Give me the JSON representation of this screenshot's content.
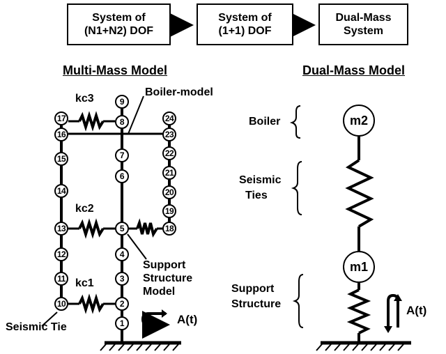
{
  "flow": {
    "box1": [
      "System of",
      "(N1+N2) DOF"
    ],
    "box2": [
      "System of",
      "(1+1) DOF"
    ],
    "box3": [
      "Dual-Mass",
      "System"
    ]
  },
  "multi": {
    "title": "Multi-Mass Model",
    "kc3": "kc3",
    "kc2": "kc2",
    "kc1": "kc1",
    "boiler_label": "Boiler-model",
    "support_label": [
      "Support",
      "Structure",
      "Model"
    ],
    "seismic_tie": "Seismic Tie",
    "excitation": "A(t)",
    "nodes": [
      "1",
      "2",
      "3",
      "4",
      "5",
      "6",
      "7",
      "8",
      "9",
      "10",
      "11",
      "12",
      "13",
      "14",
      "15",
      "16",
      "17",
      "18",
      "19",
      "20",
      "21",
      "22",
      "23",
      "24"
    ]
  },
  "dual": {
    "title": "Dual-Mass Model",
    "boiler": "Boiler",
    "seismic_ties": [
      "Seismic",
      "Ties"
    ],
    "support_structure": [
      "Support",
      "Structure"
    ],
    "m2": "m2",
    "m1": "m1",
    "excitation": "A(t)"
  }
}
